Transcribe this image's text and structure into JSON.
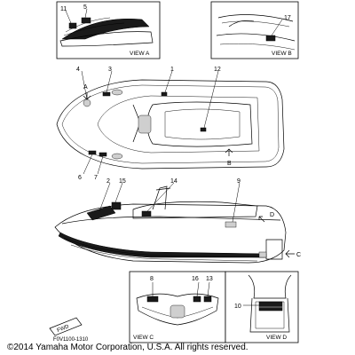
{
  "callouts": {
    "c1": "1",
    "c2": "2",
    "c3": "3",
    "c4": "4",
    "c5": "5",
    "c6": "6",
    "c7": "7",
    "c8": "8",
    "c9": "9",
    "c10": "10",
    "c11": "11",
    "c12": "12",
    "c13": "13",
    "c14": "14",
    "c15": "15",
    "c16": "16",
    "c17": "17"
  },
  "arrows": {
    "a": "A",
    "b": "B",
    "c": "C",
    "d": "D"
  },
  "views": {
    "view_a": "VIEW A",
    "view_b": "VIEW B",
    "view_c": "VIEW C",
    "view_d": "VIEW D"
  },
  "fwd_symbol": "FWD",
  "figure_code": "F0V1100-1310",
  "copyright": "©2014 Yamaha Motor Corporation, U.S.A. All rights reserved."
}
